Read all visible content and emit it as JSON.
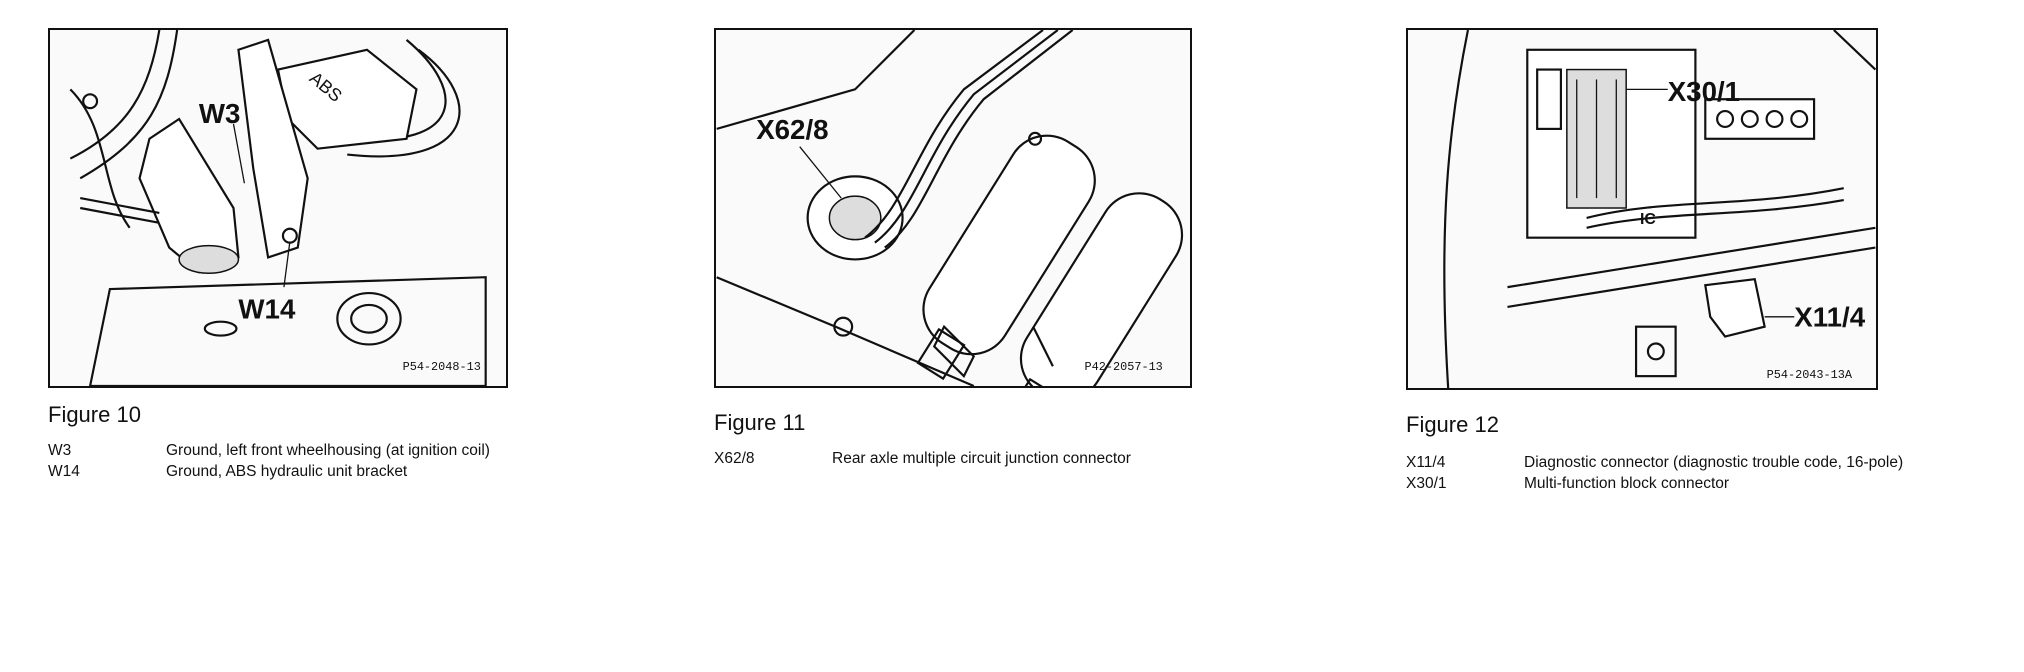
{
  "figures": [
    {
      "caption": "Figure 10",
      "part_number": "P54-2048-13",
      "callouts": [
        "W3",
        "W14",
        "ABS"
      ],
      "legend": [
        {
          "code": "W3",
          "description": "Ground, left front wheelhousing (at ignition coil)"
        },
        {
          "code": "W14",
          "description": "Ground, ABS hydraulic unit bracket"
        }
      ]
    },
    {
      "caption": "Figure 11",
      "part_number": "P42-2057-13",
      "callouts": [
        "X62/8"
      ],
      "legend": [
        {
          "code": "X62/8",
          "description": "Rear axle multiple circuit junction connector"
        }
      ]
    },
    {
      "caption": "Figure 12",
      "part_number": "P54-2043-13A",
      "callouts": [
        "X30/1",
        "X11/4",
        "IC"
      ],
      "legend": [
        {
          "code": "X11/4",
          "description": "Diagnostic connector (diagnostic trouble code, 16-pole)"
        },
        {
          "code": "X30/1",
          "description": "Multi-function block connector"
        }
      ]
    }
  ]
}
